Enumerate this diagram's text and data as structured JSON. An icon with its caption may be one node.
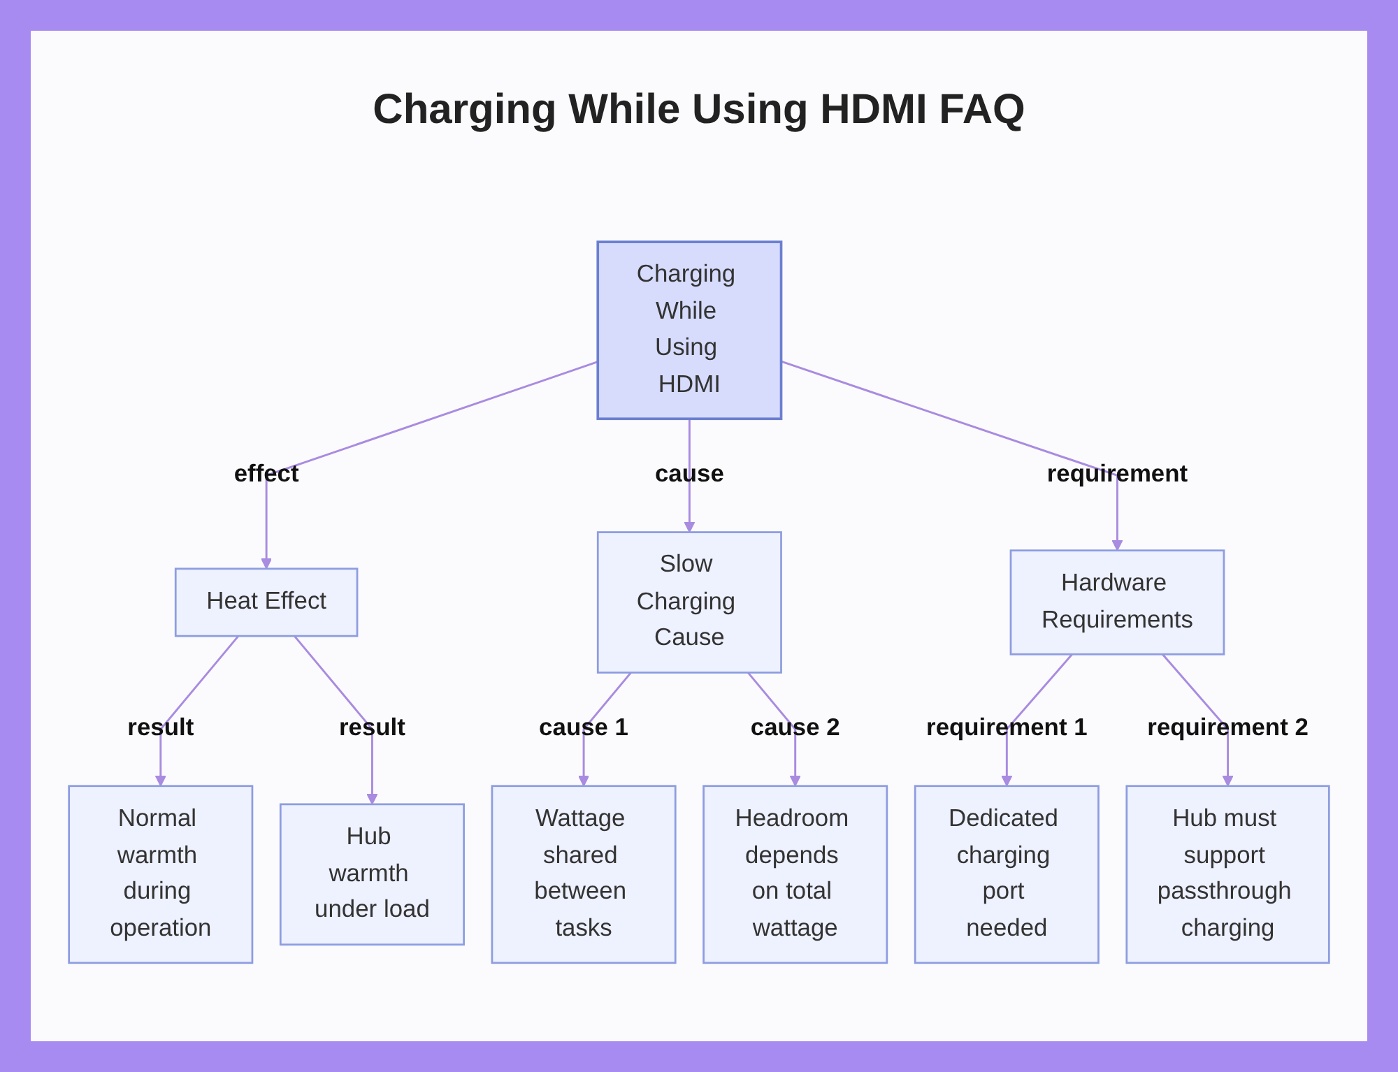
{
  "diagram": {
    "title": "Charging While Using HDMI FAQ",
    "nodes": [
      {
        "text": [
          "Charging While Using HDMI"
        ]
      },
      {
        "text": [
          "Heat Effect"
        ]
      },
      {
        "text": [
          "Slow Charging Cause"
        ]
      },
      {
        "text": [
          "Hardware Requirements"
        ]
      },
      {
        "text": [
          "Normal warmth during operation"
        ]
      },
      {
        "text": [
          "Hub warmth under load"
        ]
      },
      {
        "text": [
          "Wattage shared between tasks"
        ]
      },
      {
        "text": [
          "Headroom depends on total wattage"
        ]
      },
      {
        "text": [
          "Dedicated charging port needed"
        ]
      },
      {
        "text": [
          "Hub must support passthrough charging"
        ]
      }
    ],
    "edges": [
      {
        "from": 0,
        "to": 1,
        "arrow": "to",
        "label": "effect"
      },
      {
        "from": 0,
        "to": 2,
        "arrow": "to",
        "label": "cause"
      },
      {
        "from": 0,
        "to": 3,
        "arrow": "to",
        "label": "requirement"
      },
      {
        "from": 1,
        "to": 4,
        "arrow": "to",
        "label": "result"
      },
      {
        "from": 1,
        "to": 5,
        "arrow": "to",
        "label": "result"
      },
      {
        "from": 2,
        "to": 6,
        "arrow": "to",
        "label": "cause 1"
      },
      {
        "from": 2,
        "to": 7,
        "arrow": "to",
        "label": "cause 2"
      },
      {
        "from": 3,
        "to": 8,
        "arrow": "to",
        "label": "requirement 1"
      },
      {
        "from": 3,
        "to": 9,
        "arrow": "to",
        "label": "requirement 2"
      }
    ]
  }
}
